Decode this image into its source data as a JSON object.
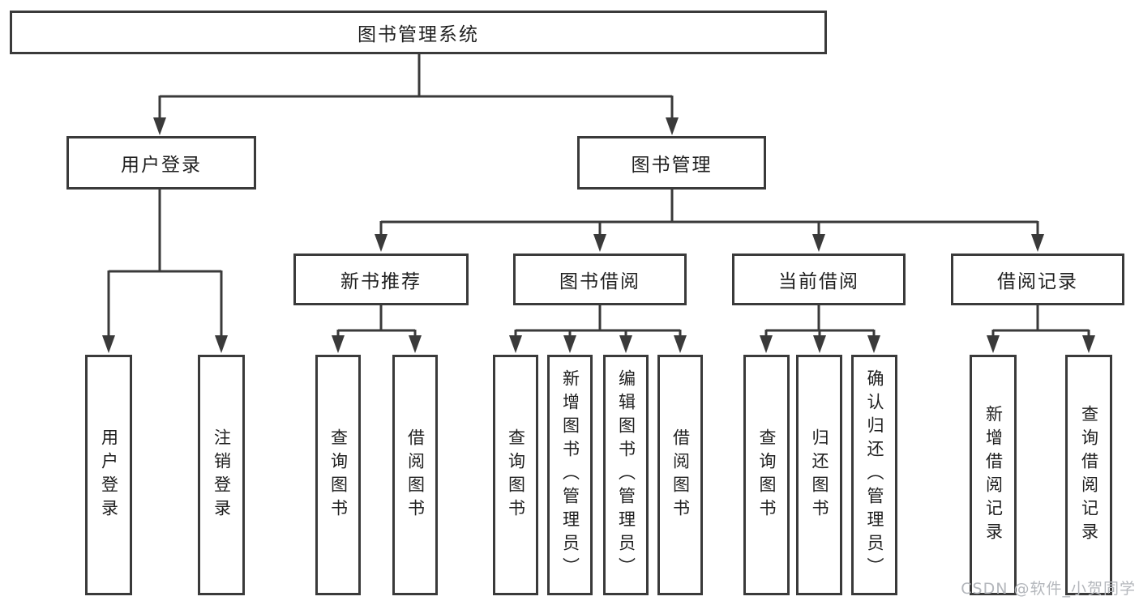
{
  "nodes": {
    "root": "图书管理系统",
    "l2_user_login": "用户登录",
    "l2_book_mgmt": "图书管理",
    "l3_new_books": "新书推荐",
    "l3_book_borrow": "图书借阅",
    "l3_current_borrow": "当前借阅",
    "l3_borrow_records": "借阅记录",
    "l4_user_login": "用户登录",
    "l4_logout": "注销登录",
    "l4_nb_query_books": "查询图书",
    "l4_nb_borrow_books": "借阅图书",
    "l4_bb_query_books": "查询图书",
    "l4_bb_add_books": "新增图书（管理员）",
    "l4_bb_edit_books": "编辑图书（管理员）",
    "l4_bb_borrow_books": "借阅图书",
    "l4_cb_query_books": "查询图书",
    "l4_cb_return_books": "归还图书",
    "l4_cb_confirm_return": "确认归还（管理员）",
    "l4_rec_add_record": "新增借阅记录",
    "l4_rec_query_record": "查询借阅记录"
  },
  "watermark": "CSDN @软件_小贺同学",
  "colors": {
    "line": "#3a3a3a",
    "box_border": "#3a3a3a",
    "text": "#1f1f1f",
    "background": "#ffffff",
    "watermark": "#b4b7bc"
  }
}
